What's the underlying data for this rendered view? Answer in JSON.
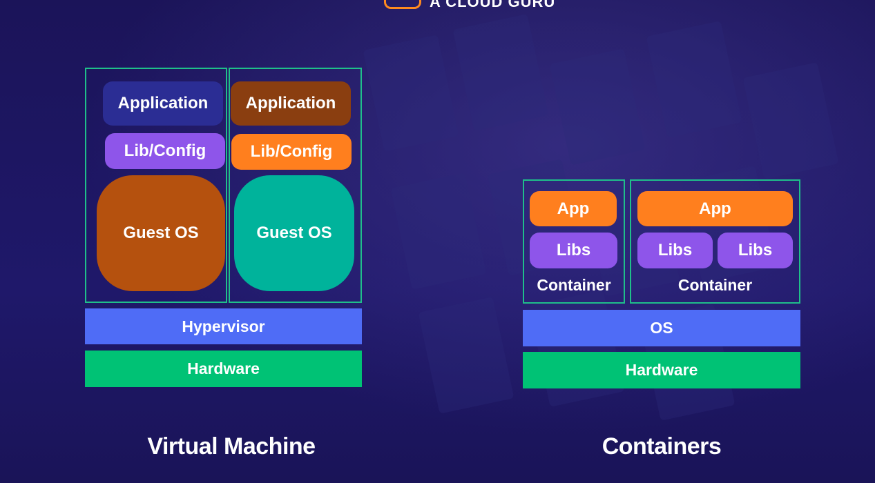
{
  "brand": {
    "text": "A CLOUD GURU"
  },
  "colors": {
    "background": "#1a1458",
    "frame": "#1fbf8a",
    "navy": "#2b2d94",
    "brown": "#8a3e10",
    "purple": "#8e55ea",
    "orange": "#ff7f1e",
    "rust": "#b5510e",
    "teal": "#00b39b",
    "blue": "#4f6cf6",
    "green": "#00c275"
  },
  "vm": {
    "caption": "Virtual Machine",
    "vm1": {
      "app": "Application",
      "lib": "Lib/Config",
      "os": "Guest OS"
    },
    "vm2": {
      "app": "Application",
      "lib": "Lib/Config",
      "os": "Guest OS"
    },
    "hypervisor": "Hypervisor",
    "hardware": "Hardware"
  },
  "containers": {
    "caption": "Containers",
    "c1": {
      "app": "App",
      "libs": "Libs",
      "label": "Container"
    },
    "c2": {
      "app": "App",
      "libs_a": "Libs",
      "libs_b": "Libs",
      "label": "Container"
    },
    "os": "OS",
    "hardware": "Hardware"
  }
}
